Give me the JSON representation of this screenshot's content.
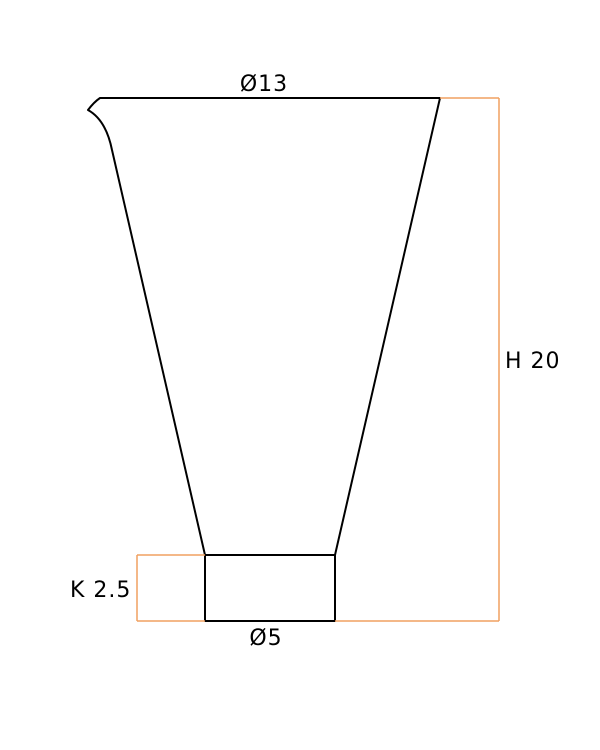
{
  "drawing": {
    "top_diameter_label": "Ø13",
    "bottom_diameter_label": "Ø5",
    "height_label": "H 20",
    "base_height_label": "K 2.5"
  },
  "colors": {
    "outline": "#000000",
    "dimension_line": "#f0a060",
    "background": "#ffffff"
  }
}
